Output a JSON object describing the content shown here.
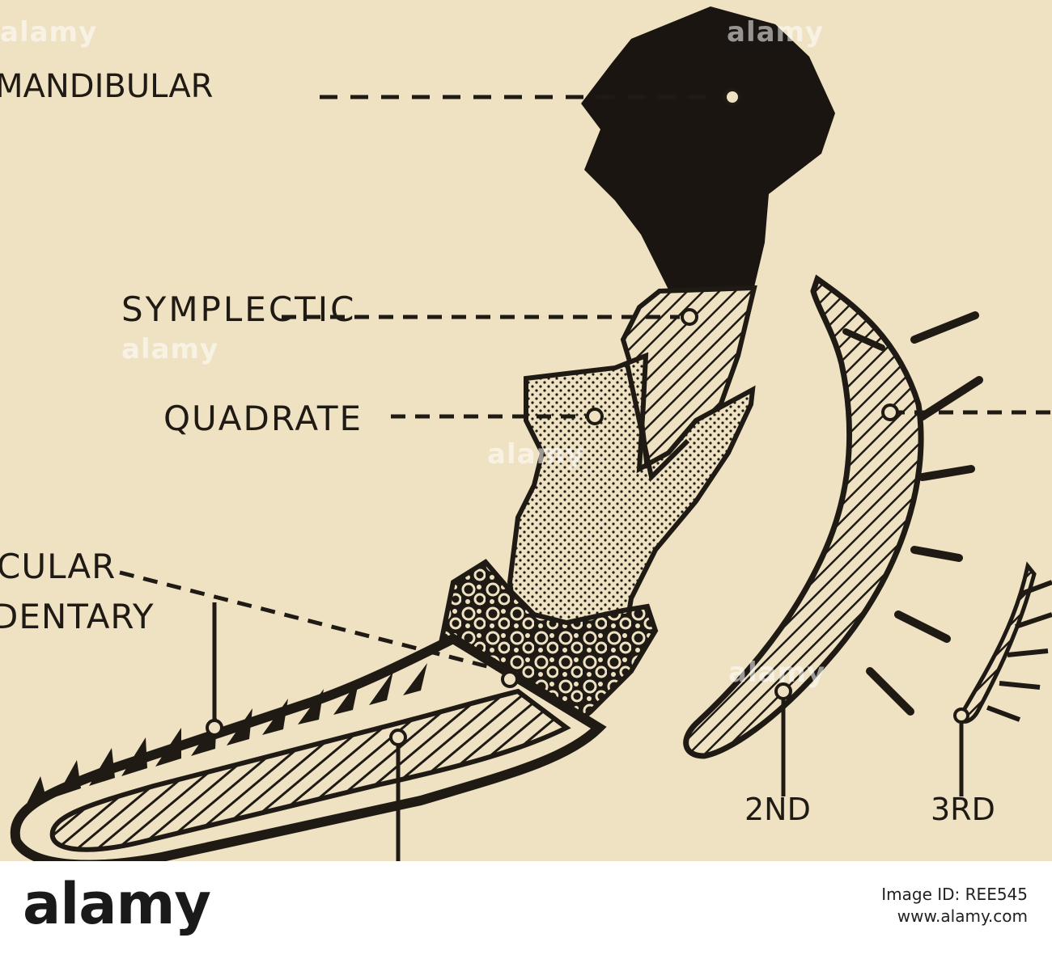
{
  "diagram": {
    "labels": {
      "mandibular": "MANDIBULAR",
      "symplectic": "SYMPLECTIC",
      "quadrate": "QUADRATE",
      "articular": "CULAR",
      "dentary": "DENTARY",
      "second": "2ND",
      "third": "3RD"
    },
    "colors": {
      "background": "#efe2c3",
      "ink": "#1f1a14"
    }
  },
  "watermark": {
    "text": "alamy"
  },
  "footer": {
    "logo": "alamy",
    "image_id_label": "Image ID: REE545",
    "url": "www.alamy.com"
  }
}
